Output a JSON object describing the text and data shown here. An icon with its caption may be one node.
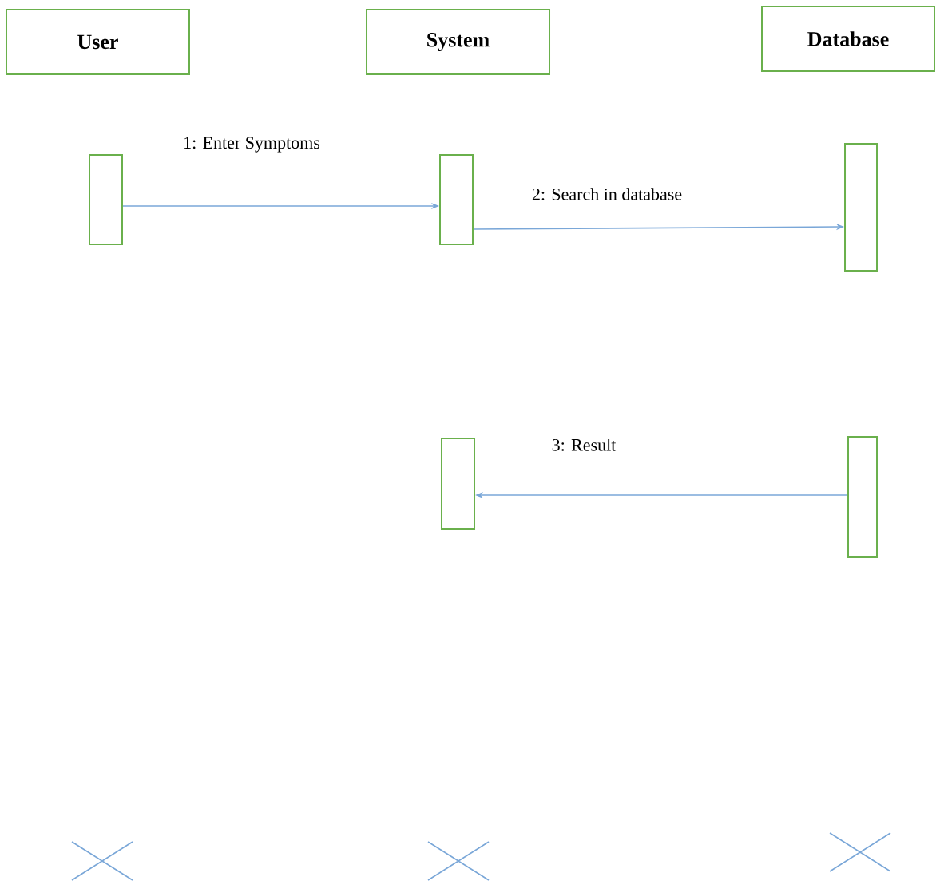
{
  "diagram": {
    "nodes": [
      {
        "text": [
          "User"
        ]
      },
      {
        "text": [
          "System"
        ]
      },
      {
        "text": [
          "Database"
        ]
      },
      {
        "text": [],
        "shape": "bar"
      },
      {
        "text": [],
        "shape": "bar"
      },
      {
        "text": [],
        "shape": "bar"
      },
      {
        "text": [],
        "shape": "bar"
      },
      {
        "text": [],
        "shape": "bar"
      }
    ],
    "edges": [
      {
        "from": 3,
        "to": 4,
        "arrow": "to",
        "label": "1: Enter Symptoms"
      },
      {
        "from": 4,
        "to": 5,
        "arrow": "to",
        "label": "2: Search in database"
      },
      {
        "from": 7,
        "to": 6,
        "arrow": "to",
        "label": "3: Result"
      }
    ]
  }
}
